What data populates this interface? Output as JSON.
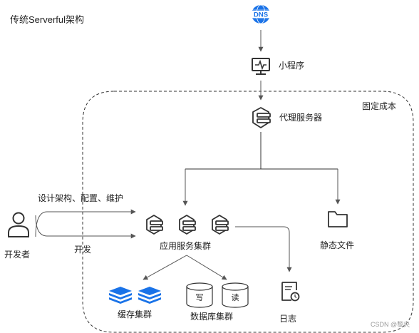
{
  "title": "传统Serverful架构",
  "nodes": {
    "dns": {
      "text": "DNS",
      "icon": "dns-globe-icon"
    },
    "miniprogram": {
      "label": "小程序",
      "icon": "monitor-icon"
    },
    "proxy": {
      "label": "代理服务器",
      "icon": "server-icon"
    },
    "app_cluster": {
      "label": "应用服务集群",
      "icon": "server-icon"
    },
    "static_files": {
      "label": "静态文件",
      "icon": "folder-icon"
    },
    "cache_cluster": {
      "label": "缓存集群",
      "icon": "cache-stack-icon"
    },
    "db_cluster": {
      "label": "数据库集群",
      "icon": "database-icon",
      "write": "写",
      "read": "读"
    },
    "logs": {
      "label": "日志",
      "icon": "log-document-icon"
    },
    "developer": {
      "label": "开发者",
      "icon": "person-icon"
    }
  },
  "edges": {
    "design_label": "设计架构、配置、维护",
    "develop_label": "开发"
  },
  "region_label": "固定成本",
  "watermark": "CSDN @黎央",
  "colors": {
    "accent_blue": "#1a73e8",
    "stroke_dark": "#333333",
    "arrow_gray": "#555555"
  }
}
